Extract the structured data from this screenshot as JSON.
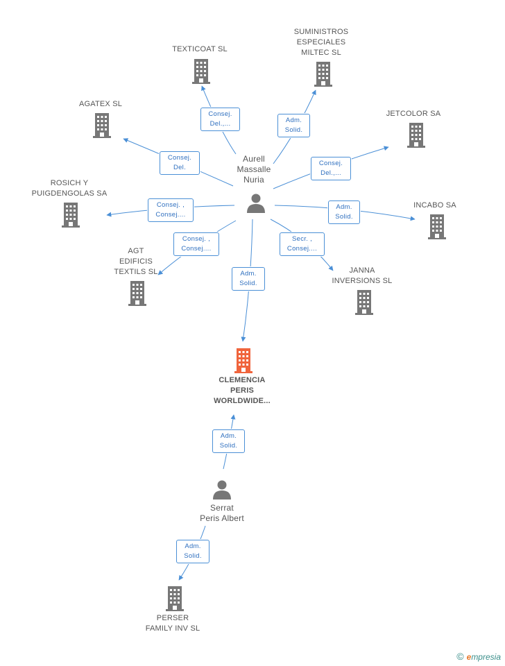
{
  "colors": {
    "edge": "#4a8fd6",
    "building": "#777777",
    "main_building": "#f0643c",
    "person": "#777777"
  },
  "main_company": {
    "label": "CLEMENCIA\nPERIS\nWORLDWIDE..."
  },
  "persons": [
    {
      "id": "aurell",
      "label": "Aurell\nMassalle\nNuria"
    },
    {
      "id": "serrat",
      "label": "Serrat\nPeris Albert"
    }
  ],
  "companies": [
    {
      "id": "texticoat",
      "label": "TEXTICOAT SL"
    },
    {
      "id": "suministros",
      "label": "SUMINISTROS\nESPECIALES\nMILTEC SL"
    },
    {
      "id": "agatex",
      "label": "AGATEX SL"
    },
    {
      "id": "jetcolor",
      "label": "JETCOLOR SA"
    },
    {
      "id": "rosich",
      "label": "ROSICH Y\nPUIGDENGOLAS SA"
    },
    {
      "id": "incabo",
      "label": "INCABO SA"
    },
    {
      "id": "agt",
      "label": "AGT\nEDIFICIS\nTEXTILS SL"
    },
    {
      "id": "janna",
      "label": "JANNA\nINVERSIONS SL"
    },
    {
      "id": "perser",
      "label": "PERSER\nFAMILY INV SL"
    }
  ],
  "relations": [
    {
      "id": "r-texticoat",
      "label": "Consej.\nDel.,..."
    },
    {
      "id": "r-suministros",
      "label": "Adm.\nSolid."
    },
    {
      "id": "r-agatex",
      "label": "Consej.\nDel."
    },
    {
      "id": "r-jetcolor",
      "label": "Consej.\nDel.,..."
    },
    {
      "id": "r-rosich",
      "label": "Consej. ,\nConsej...."
    },
    {
      "id": "r-incabo",
      "label": "Adm.\nSolid."
    },
    {
      "id": "r-agt",
      "label": "Consej. ,\nConsej...."
    },
    {
      "id": "r-janna",
      "label": "Secr. ,\nConsej...."
    },
    {
      "id": "r-main-aurell",
      "label": "Adm.\nSolid."
    },
    {
      "id": "r-main-serrat",
      "label": "Adm.\nSolid."
    },
    {
      "id": "r-perser",
      "label": "Adm.\nSolid."
    }
  ],
  "footer": {
    "copyright": "©",
    "brand_first": "e",
    "brand_rest": "mpresia"
  }
}
